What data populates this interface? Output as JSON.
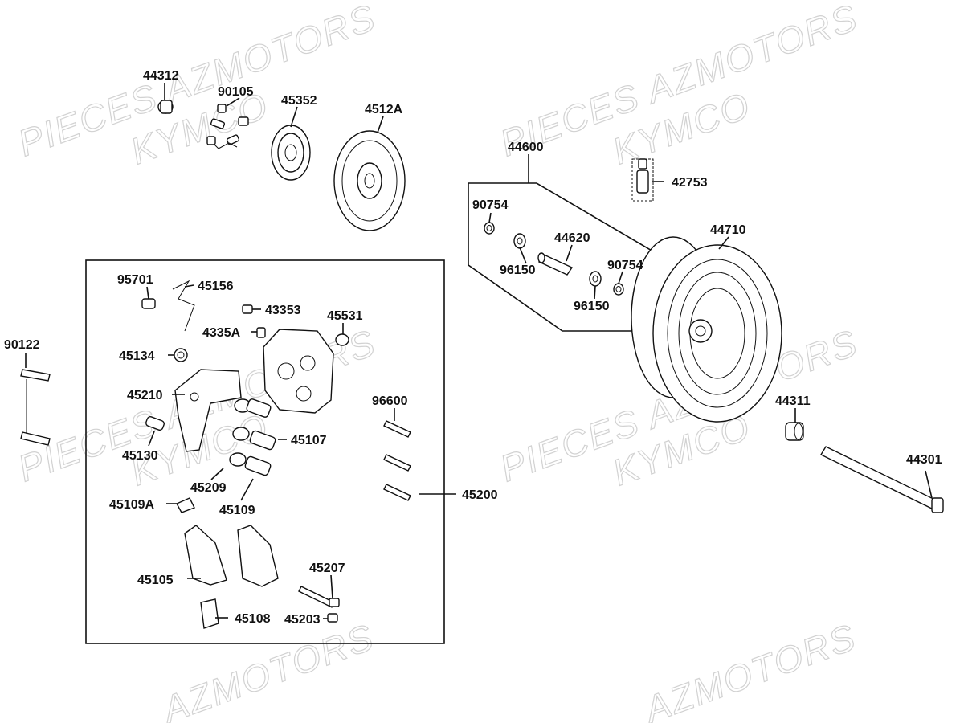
{
  "watermarks": [
    {
      "text": "PIECES AZMOTORS"
    },
    {
      "text": "KYMCO"
    },
    {
      "text": "PIECES AZMOTORS"
    },
    {
      "text": "KYMCO"
    },
    {
      "text": "PIECES AZMOTORS"
    },
    {
      "text": "KYMCO"
    },
    {
      "text": "PIECES AZMOTORS"
    },
    {
      "text": "KYMCO"
    },
    {
      "text": "AZMOTORS"
    },
    {
      "text": "AZMOTORS"
    }
  ],
  "parts": [
    {
      "ref": "44312"
    },
    {
      "ref": "90105"
    },
    {
      "ref": "45352"
    },
    {
      "ref": "4512A"
    },
    {
      "ref": "44600"
    },
    {
      "ref": "42753"
    },
    {
      "ref": "90754"
    },
    {
      "ref": "44620"
    },
    {
      "ref": "96150"
    },
    {
      "ref": "90754"
    },
    {
      "ref": "96150"
    },
    {
      "ref": "44710"
    },
    {
      "ref": "95701"
    },
    {
      "ref": "45156"
    },
    {
      "ref": "43353"
    },
    {
      "ref": "4335A"
    },
    {
      "ref": "45531"
    },
    {
      "ref": "90122"
    },
    {
      "ref": "45134"
    },
    {
      "ref": "45210"
    },
    {
      "ref": "96600"
    },
    {
      "ref": "45107"
    },
    {
      "ref": "45130"
    },
    {
      "ref": "45209"
    },
    {
      "ref": "45109A"
    },
    {
      "ref": "45109"
    },
    {
      "ref": "45200"
    },
    {
      "ref": "44311"
    },
    {
      "ref": "44301"
    },
    {
      "ref": "45105"
    },
    {
      "ref": "45207"
    },
    {
      "ref": "45108"
    },
    {
      "ref": "45203"
    }
  ]
}
